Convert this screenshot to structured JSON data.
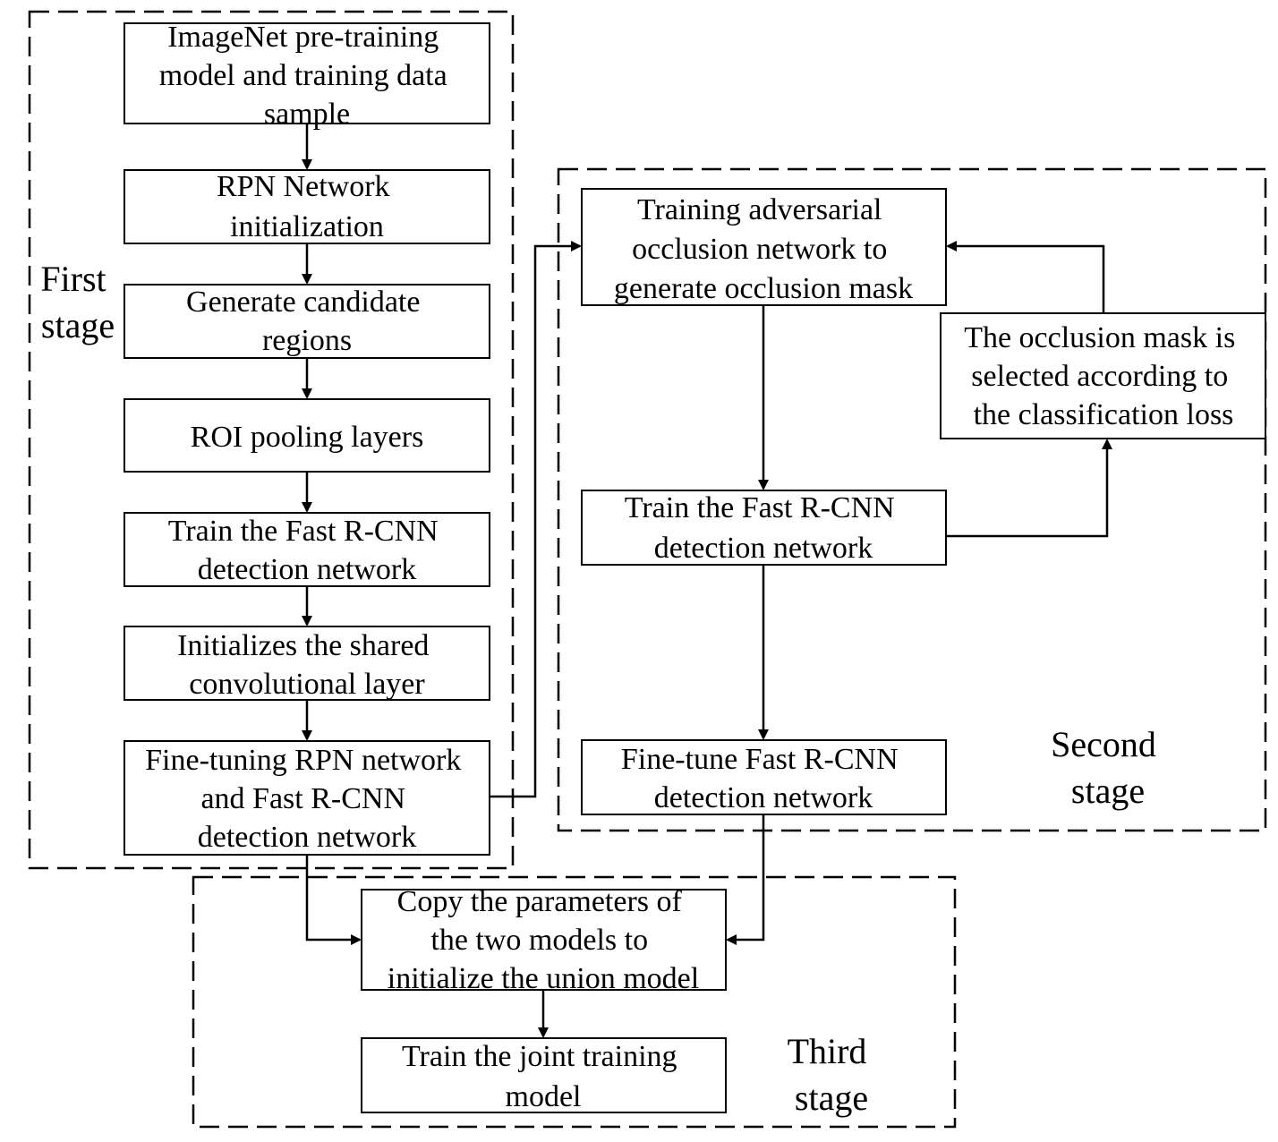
{
  "stages": {
    "first": [
      "First",
      "stage"
    ],
    "second": [
      "Second",
      "stage"
    ],
    "third": [
      "Third",
      "stage"
    ]
  },
  "boxes": {
    "imagenet": [
      "ImageNet pre-training",
      "model and training data",
      "sample"
    ],
    "rpn_init": [
      "RPN Network",
      "initialization"
    ],
    "gen_regions": [
      "Generate candidate",
      "regions"
    ],
    "roi": [
      "ROI  pooling layers"
    ],
    "train_fast_1": [
      "Train the Fast R-CNN",
      "detection network"
    ],
    "init_shared": [
      "Initializes the shared",
      "convolutional layer"
    ],
    "finetune_rpn": [
      "Fine-tuning RPN network",
      "and Fast R-CNN",
      "detection network"
    ],
    "adversarial": [
      "Training adversarial",
      "occlusion network to",
      "generate occlusion mask"
    ],
    "mask_select": [
      "The occlusion mask is",
      "selected according to",
      "the classification loss"
    ],
    "train_fast_2": [
      "Train the Fast R-CNN",
      "detection network"
    ],
    "finetune_fast": [
      "Fine-tune Fast R-CNN",
      "detection network"
    ],
    "copy_params": [
      "Copy the parameters of",
      "the two models to",
      "initialize the union model"
    ],
    "train_joint": [
      "Train the joint training",
      "model"
    ]
  }
}
